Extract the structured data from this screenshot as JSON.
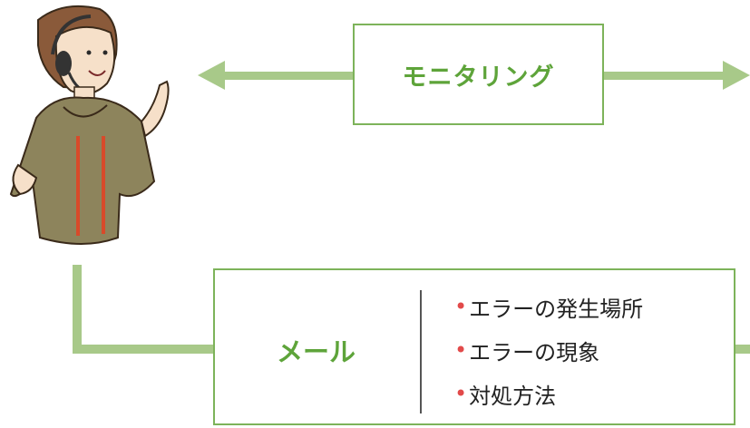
{
  "monitoring": {
    "label": "モニタリング"
  },
  "mail": {
    "label": "メール",
    "items": [
      "エラーの発生場所",
      "エラーの現象",
      "対処方法"
    ],
    "bullet": "•"
  },
  "colors": {
    "accent_green": "#5ea43a",
    "arrow_green": "#a8c989",
    "bullet_red": "#e24a4a"
  },
  "icons": {
    "operator": "headset-operator-illustration"
  }
}
